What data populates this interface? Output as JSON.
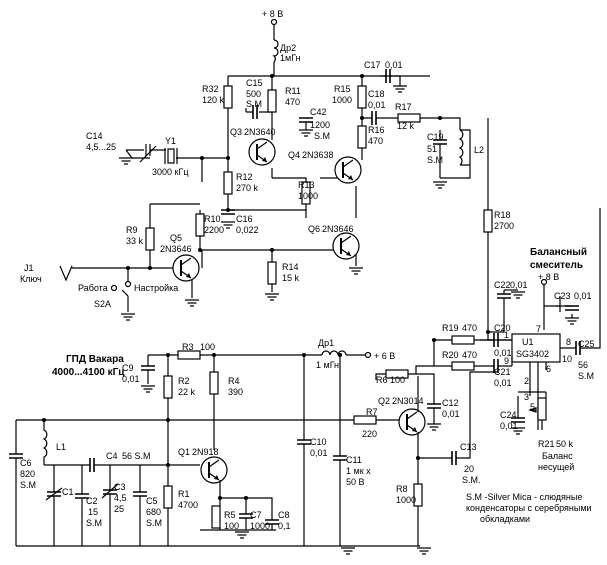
{
  "labels": {
    "supply_8v": "+ 8 В",
    "dr2": "Др2",
    "dr2_val": "1мГн",
    "c17": "C17",
    "c17_val": "0,01",
    "r32": "R32",
    "r32_val": "120 k",
    "c15": "C15",
    "c15_val": "500",
    "c15_t": "S.M",
    "r11": "R11",
    "r11_val": "470",
    "r15": "R15",
    "r15_val": "1000",
    "c18": "C18",
    "c18_val": "0,01",
    "r17": "R17",
    "r17_val": "12 k",
    "c42": "C42",
    "c42_val": "1200",
    "c42_t": "S.M",
    "c14": "C14",
    "c14_val": "4,5...25",
    "y1": "Y1",
    "y1_val": "3000 кГц",
    "q3": "Q3",
    "q3_val": "2N3640",
    "q4": "Q4",
    "q4_val": "2N3638",
    "r16": "R16",
    "r16_val": "470",
    "c19": "C19",
    "c19_val": "51",
    "c19_t": "S.M",
    "l2": "L2",
    "r12": "R12",
    "r12_val": "270 k",
    "r13": "R13",
    "r13_val": "1000",
    "r9": "R9",
    "r9_val": "33 k",
    "r10": "R10",
    "r10_val": "2200",
    "c16": "C16",
    "c16_val": "0,022",
    "q6": "Q6",
    "q6_val": "2N3646",
    "q5": "Q5",
    "q5_val": "2N3646",
    "r18": "R18",
    "r18_val": "2700",
    "j1": "J1",
    "j1_val": "Ключ",
    "rabota": "Работа",
    "nastroyka": "Настройка",
    "s2a": "S2A",
    "r14": "R14",
    "r14_val": "15 k",
    "mixer_title_1": "Балансный",
    "mixer_title_2": "смеситель",
    "supply_8v_b": "+ 8 В",
    "c22": "C22",
    "c22_val": "0,01",
    "c23": "C23",
    "c23_val": "0,01",
    "r19": "R19",
    "r19_val": "470",
    "c20": "C20",
    "c20_val": "0,01",
    "u1": "U1",
    "u1_val": "SG3402",
    "r20": "R20",
    "r20_val": "470",
    "c21": "C21",
    "c21_val": "0,01",
    "c25": "C25",
    "c25_val": "56",
    "c25_t": "S.M",
    "pin_7": "7",
    "pin_1": "1",
    "pin_9": "9",
    "pin_8": "8",
    "pin_10": "10",
    "pin_6": "6",
    "pin_2": "2",
    "pin_3": "3",
    "pin_5": "5",
    "c24": "C24",
    "c24_val": "0,01",
    "r21": "R21",
    "r21_val": "50 k",
    "balance_1": "Баланс",
    "balance_2": "несущей",
    "gpd_title_1": "ГПД Вакара",
    "gpd_title_2": "4000...4100 кГц",
    "r3": "R3",
    "r3_val": "100",
    "dr1": "Др1",
    "dr1_val": "1 мГн",
    "supply_6v": "+ 6 В",
    "c9": "C9",
    "c9_val": "0,01",
    "r2": "R2",
    "r2_val": "22 k",
    "r4": "R4",
    "r4_val": "390",
    "r6": "R6",
    "r6_val": "100",
    "q2": "Q2",
    "q2_val": "2N3014",
    "c12": "C12",
    "c12_val": "0,01",
    "r7": "R7",
    "r7_val": "220",
    "c6": "C6",
    "c6_val": "820",
    "c6_t": "S.M",
    "l1": "L1",
    "c4": "C4",
    "c4_val": "56 S.M",
    "c3": "C3",
    "c3_val": "4,5",
    "c3_val2": "25",
    "q1": "Q1",
    "q1_val": "2N918",
    "c10": "C10",
    "c10_val": "0,01",
    "c11": "C11",
    "c11_val": "1 мк x",
    "c11_val2": "50 В",
    "c13": "C13",
    "c13_val": "20",
    "c13_t": "S.M.",
    "c1": "C1",
    "c2": "C2",
    "c2_val": "15",
    "c2_t": "S.M",
    "c5": "C5",
    "c5_val": "680",
    "c5_t": "S.M",
    "r1": "R1",
    "r1_val": "4700",
    "r5": "R5",
    "r5_val": "100",
    "c7": "C7",
    "c7_val": "1000",
    "c8": "C8",
    "c8_val": "0,1",
    "r8": "R8",
    "r8_val": "1000",
    "note_1": "S.M -Silver Mica - слюдяные",
    "note_2": "конденсаторы с серебряными",
    "note_3": "обкладками"
  }
}
